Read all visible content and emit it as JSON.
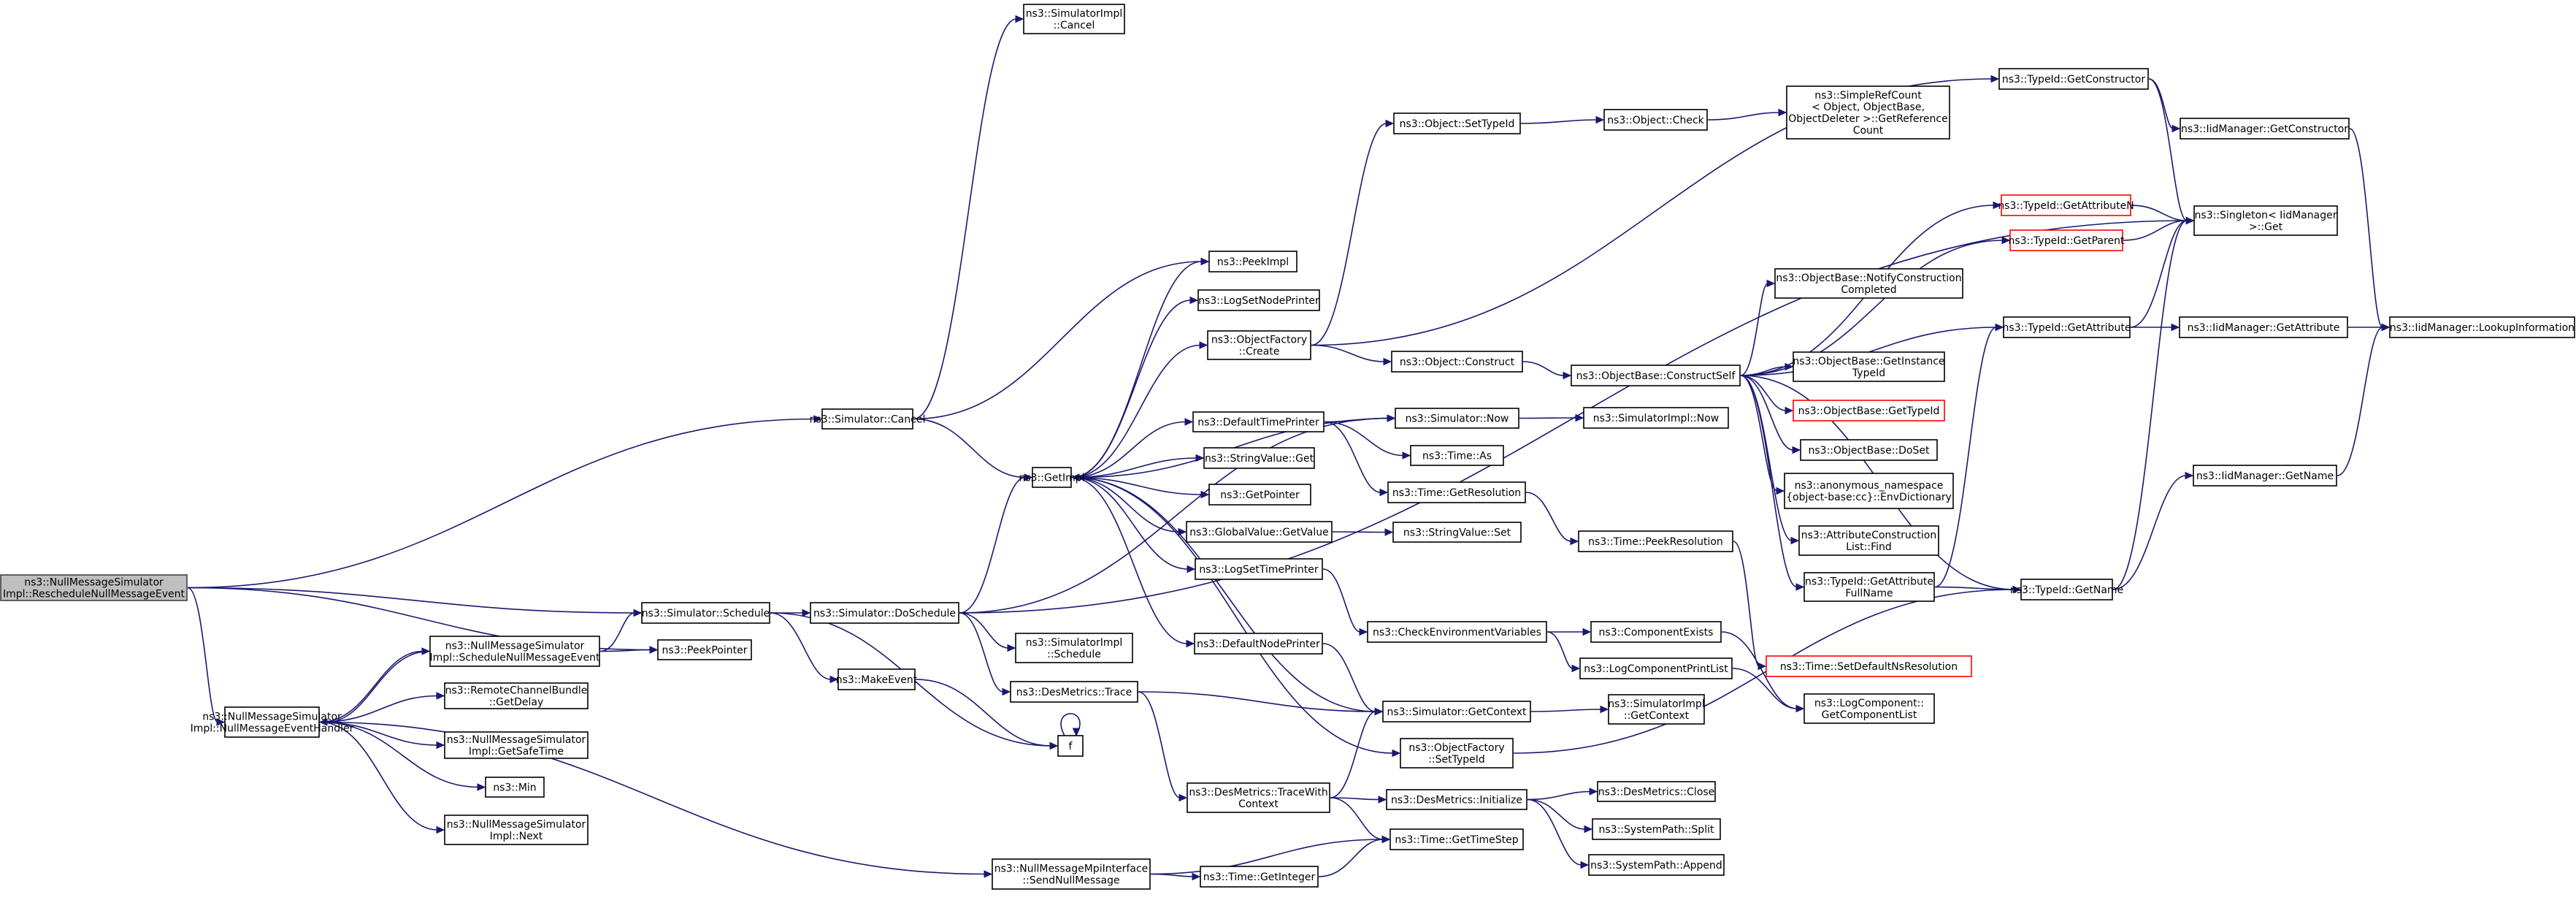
{
  "graph": {
    "kind": "call-graph",
    "nodes": [
      {
        "id": "root",
        "lines": [
          "ns3::NullMessageSimulator",
          "Impl::RescheduleNullMessageEvent"
        ],
        "root": true
      },
      {
        "id": "handler",
        "lines": [
          "ns3::NullMessageSimulator",
          "Impl::NullMessageEventHandler"
        ]
      },
      {
        "id": "schedNull",
        "lines": [
          "ns3::NullMessageSimulator",
          "Impl::ScheduleNullMessageEvent"
        ]
      },
      {
        "id": "rcbDelay",
        "lines": [
          "ns3::RemoteChannelBundle",
          "::GetDelay"
        ]
      },
      {
        "id": "safeTime",
        "lines": [
          "ns3::NullMessageSimulator",
          "Impl::GetSafeTime"
        ]
      },
      {
        "id": "min",
        "lines": [
          "ns3::Min"
        ]
      },
      {
        "id": "next",
        "lines": [
          "ns3::NullMessageSimulator",
          "Impl::Next"
        ]
      },
      {
        "id": "simCancel",
        "lines": [
          "ns3::Simulator::Cancel"
        ]
      },
      {
        "id": "simSchedule",
        "lines": [
          "ns3::Simulator::Schedule"
        ]
      },
      {
        "id": "peekPointer",
        "lines": [
          "ns3::PeekPointer"
        ]
      },
      {
        "id": "sendNull",
        "lines": [
          "ns3::NullMessageMpiInterface",
          "::SendNullMessage"
        ]
      },
      {
        "id": "implCancel",
        "lines": [
          "ns3::SimulatorImpl",
          "::Cancel"
        ]
      },
      {
        "id": "doSchedule",
        "lines": [
          "ns3::Simulator::DoSchedule"
        ]
      },
      {
        "id": "makeEvent",
        "lines": [
          "ns3::MakeEvent"
        ]
      },
      {
        "id": "getImpl",
        "lines": [
          "ns3::GetImpl"
        ]
      },
      {
        "id": "f",
        "lines": [
          "f"
        ]
      },
      {
        "id": "implSchedule",
        "lines": [
          "ns3::SimulatorImpl",
          "::Schedule"
        ]
      },
      {
        "id": "desTrace",
        "lines": [
          "ns3::DesMetrics::Trace"
        ]
      },
      {
        "id": "desTraceCtx",
        "lines": [
          "ns3::DesMetrics::TraceWith",
          "Context"
        ]
      },
      {
        "id": "peekImpl",
        "lines": [
          "ns3::PeekImpl"
        ]
      },
      {
        "id": "logSetNode",
        "lines": [
          "ns3::LogSetNodePrinter"
        ]
      },
      {
        "id": "ofCreate",
        "lines": [
          "ns3::ObjectFactory",
          "::Create"
        ]
      },
      {
        "id": "defTimePrinter",
        "lines": [
          "ns3::DefaultTimePrinter"
        ]
      },
      {
        "id": "stringGet",
        "lines": [
          "ns3::StringValue::Get"
        ]
      },
      {
        "id": "getPointer",
        "lines": [
          "ns3::GetPointer"
        ]
      },
      {
        "id": "gvGetValue",
        "lines": [
          "ns3::GlobalValue::GetValue"
        ]
      },
      {
        "id": "logSetTime",
        "lines": [
          "ns3::LogSetTimePrinter"
        ]
      },
      {
        "id": "defNodePrinter",
        "lines": [
          "ns3::DefaultNodePrinter"
        ]
      },
      {
        "id": "timeGetInteger",
        "lines": [
          "ns3::Time::GetInteger"
        ]
      },
      {
        "id": "objSetTypeId",
        "lines": [
          "ns3::Object::SetTypeId"
        ]
      },
      {
        "id": "objConstruct",
        "lines": [
          "ns3::Object::Construct"
        ]
      },
      {
        "id": "simNow",
        "lines": [
          "ns3::Simulator::Now"
        ]
      },
      {
        "id": "timeAs",
        "lines": [
          "ns3::Time::As"
        ]
      },
      {
        "id": "timeGetRes",
        "lines": [
          "ns3::Time::GetResolution"
        ]
      },
      {
        "id": "stringSet",
        "lines": [
          "ns3::StringValue::Set"
        ]
      },
      {
        "id": "checkEnv",
        "lines": [
          "ns3::CheckEnvironmentVariables"
        ]
      },
      {
        "id": "simGetContext",
        "lines": [
          "ns3::Simulator::GetContext"
        ]
      },
      {
        "id": "ofSetTypeId",
        "lines": [
          "ns3::ObjectFactory",
          "::SetTypeId"
        ]
      },
      {
        "id": "desInit",
        "lines": [
          "ns3::DesMetrics::Initialize"
        ]
      },
      {
        "id": "timeGetStep",
        "lines": [
          "ns3::Time::GetTimeStep"
        ]
      },
      {
        "id": "objCheck",
        "lines": [
          "ns3::Object::Check"
        ]
      },
      {
        "id": "obConstructSelf",
        "lines": [
          "ns3::ObjectBase::ConstructSelf"
        ]
      },
      {
        "id": "implNow",
        "lines": [
          "ns3::SimulatorImpl::Now"
        ]
      },
      {
        "id": "timePeekRes",
        "lines": [
          "ns3::Time::PeekResolution"
        ]
      },
      {
        "id": "compExists",
        "lines": [
          "ns3::ComponentExists"
        ]
      },
      {
        "id": "logCompPrint",
        "lines": [
          "ns3::LogComponentPrintList"
        ]
      },
      {
        "id": "implGetContext",
        "lines": [
          "ns3::SimulatorImpl",
          "::GetContext"
        ]
      },
      {
        "id": "desClose",
        "lines": [
          "ns3::DesMetrics::Close"
        ]
      },
      {
        "id": "spSplit",
        "lines": [
          "ns3::SystemPath::Split"
        ]
      },
      {
        "id": "spAppend",
        "lines": [
          "ns3::SystemPath::Append"
        ]
      },
      {
        "id": "srcGetRef",
        "lines": [
          "ns3::SimpleRefCount",
          "< Object, ObjectBase,",
          " ObjectDeleter >::GetReference",
          "Count"
        ]
      },
      {
        "id": "obNotify",
        "lines": [
          "ns3::ObjectBase::NotifyConstruction",
          "Completed"
        ]
      },
      {
        "id": "obGetInstance",
        "lines": [
          "ns3::ObjectBase::GetInstance",
          "TypeId"
        ]
      },
      {
        "id": "obGetTypeId",
        "lines": [
          "ns3::ObjectBase::GetTypeId"
        ],
        "truncated": true
      },
      {
        "id": "obDoSet",
        "lines": [
          "ns3::ObjectBase::DoSet"
        ]
      },
      {
        "id": "envDict",
        "lines": [
          "ns3::anonymous_namespace",
          "{object-base:cc}::EnvDictionary"
        ]
      },
      {
        "id": "acListFind",
        "lines": [
          "ns3::AttributeConstruction",
          "List::Find"
        ]
      },
      {
        "id": "tidGetAttrFull",
        "lines": [
          "ns3::TypeId::GetAttribute",
          "FullName"
        ]
      },
      {
        "id": "timeSetDefRes",
        "lines": [
          "ns3::Time::SetDefaultNsResolution"
        ],
        "truncated": true
      },
      {
        "id": "logCompGetList",
        "lines": [
          "ns3::LogComponent::",
          "GetComponentList"
        ]
      },
      {
        "id": "tidGetCtor",
        "lines": [
          "ns3::TypeId::GetConstructor"
        ]
      },
      {
        "id": "tidGetAttrN",
        "lines": [
          "ns3::TypeId::GetAttributeN"
        ],
        "truncated": true
      },
      {
        "id": "tidGetParent",
        "lines": [
          "ns3::TypeId::GetParent"
        ],
        "truncated": true
      },
      {
        "id": "tidGetAttr",
        "lines": [
          "ns3::TypeId::GetAttribute"
        ]
      },
      {
        "id": "tidGetName",
        "lines": [
          "ns3::TypeId::GetName"
        ]
      },
      {
        "id": "iidGetCtor",
        "lines": [
          "ns3::IidManager::GetConstructor"
        ]
      },
      {
        "id": "singletonGet",
        "lines": [
          "ns3::Singleton< IidManager",
          " >::Get"
        ]
      },
      {
        "id": "iidGetAttr",
        "lines": [
          "ns3::IidManager::GetAttribute"
        ]
      },
      {
        "id": "iidGetName",
        "lines": [
          "ns3::IidManager::GetName"
        ]
      },
      {
        "id": "iidLookup",
        "lines": [
          "ns3::IidManager::LookupInformation"
        ]
      }
    ],
    "edges": [
      [
        "root",
        "simCancel"
      ],
      [
        "root",
        "simSchedule"
      ],
      [
        "root",
        "peekPointer"
      ],
      [
        "root",
        "handler"
      ],
      [
        "handler",
        "schedNull"
      ],
      [
        "handler",
        "rcbDelay"
      ],
      [
        "handler",
        "safeTime"
      ],
      [
        "handler",
        "min"
      ],
      [
        "handler",
        "next"
      ],
      [
        "handler",
        "sendNull"
      ],
      [
        "schedNull",
        "simSchedule"
      ],
      [
        "schedNull",
        "peekPointer"
      ],
      [
        "schedNull",
        "handler"
      ],
      [
        "simCancel",
        "implCancel"
      ],
      [
        "simCancel",
        "getImpl"
      ],
      [
        "simCancel",
        "peekImpl"
      ],
      [
        "simSchedule",
        "doSchedule"
      ],
      [
        "simSchedule",
        "makeEvent"
      ],
      [
        "simSchedule",
        "f"
      ],
      [
        "makeEvent",
        "f"
      ],
      [
        "f",
        "f"
      ],
      [
        "doSchedule",
        "getImpl"
      ],
      [
        "doSchedule",
        "implSchedule"
      ],
      [
        "doSchedule",
        "desTrace"
      ],
      [
        "doSchedule",
        "simNow"
      ],
      [
        "doSchedule",
        "singletonGet"
      ],
      [
        "desTrace",
        "simGetContext"
      ],
      [
        "desTrace",
        "desTraceCtx"
      ],
      [
        "desTraceCtx",
        "simGetContext"
      ],
      [
        "desTraceCtx",
        "desInit"
      ],
      [
        "desTraceCtx",
        "timeGetStep"
      ],
      [
        "desInit",
        "desClose"
      ],
      [
        "desInit",
        "spSplit"
      ],
      [
        "desInit",
        "spAppend"
      ],
      [
        "sendNull",
        "timeGetStep"
      ],
      [
        "sendNull",
        "timeGetInteger"
      ],
      [
        "timeGetInteger",
        "timeGetStep"
      ],
      [
        "getImpl",
        "peekImpl"
      ],
      [
        "getImpl",
        "logSetNode"
      ],
      [
        "getImpl",
        "ofCreate"
      ],
      [
        "getImpl",
        "defTimePrinter"
      ],
      [
        "getImpl",
        "stringGet"
      ],
      [
        "getImpl",
        "getPointer"
      ],
      [
        "getImpl",
        "gvGetValue"
      ],
      [
        "getImpl",
        "logSetTime"
      ],
      [
        "getImpl",
        "defNodePrinter"
      ],
      [
        "getImpl",
        "simGetContext"
      ],
      [
        "getImpl",
        "ofSetTypeId"
      ],
      [
        "simNow",
        "getImpl"
      ],
      [
        "simNow",
        "implNow"
      ],
      [
        "defTimePrinter",
        "simNow"
      ],
      [
        "defTimePrinter",
        "timeAs"
      ],
      [
        "defTimePrinter",
        "timeGetRes"
      ],
      [
        "ofCreate",
        "objSetTypeId"
      ],
      [
        "ofCreate",
        "objConstruct"
      ],
      [
        "ofCreate",
        "tidGetCtor"
      ],
      [
        "objSetTypeId",
        "objCheck"
      ],
      [
        "objCheck",
        "srcGetRef"
      ],
      [
        "objConstruct",
        "obConstructSelf"
      ],
      [
        "gvGetValue",
        "stringSet"
      ],
      [
        "timeGetRes",
        "timePeekRes"
      ],
      [
        "timePeekRes",
        "timeSetDefRes"
      ],
      [
        "logSetTime",
        "checkEnv"
      ],
      [
        "checkEnv",
        "compExists"
      ],
      [
        "checkEnv",
        "logCompPrint"
      ],
      [
        "compExists",
        "logCompGetList"
      ],
      [
        "logCompPrint",
        "logCompGetList"
      ],
      [
        "defNodePrinter",
        "simGetContext"
      ],
      [
        "simGetContext",
        "implGetContext"
      ],
      [
        "ofSetTypeId",
        "tidGetName"
      ],
      [
        "obConstructSelf",
        "tidGetAttrN"
      ],
      [
        "obConstructSelf",
        "tidGetParent"
      ],
      [
        "obConstructSelf",
        "obNotify"
      ],
      [
        "obConstructSelf",
        "tidGetAttr"
      ],
      [
        "obConstructSelf",
        "obGetInstance"
      ],
      [
        "obConstructSelf",
        "obGetTypeId"
      ],
      [
        "obConstructSelf",
        "obDoSet"
      ],
      [
        "obConstructSelf",
        "envDict"
      ],
      [
        "obConstructSelf",
        "acListFind"
      ],
      [
        "obConstructSelf",
        "tidGetAttrFull"
      ],
      [
        "obConstructSelf",
        "tidGetName"
      ],
      [
        "tidGetAttrFull",
        "tidGetAttr"
      ],
      [
        "tidGetAttrFull",
        "tidGetName"
      ],
      [
        "tidGetAttrN",
        "singletonGet"
      ],
      [
        "tidGetParent",
        "singletonGet"
      ],
      [
        "tidGetAttr",
        "singletonGet"
      ],
      [
        "tidGetAttr",
        "iidGetAttr"
      ],
      [
        "tidGetName",
        "singletonGet"
      ],
      [
        "tidGetName",
        "iidGetName"
      ],
      [
        "tidGetCtor",
        "iidGetCtor"
      ],
      [
        "tidGetCtor",
        "singletonGet"
      ],
      [
        "iidGetCtor",
        "iidLookup"
      ],
      [
        "iidGetAttr",
        "iidLookup"
      ],
      [
        "iidGetName",
        "iidLookup"
      ]
    ]
  }
}
